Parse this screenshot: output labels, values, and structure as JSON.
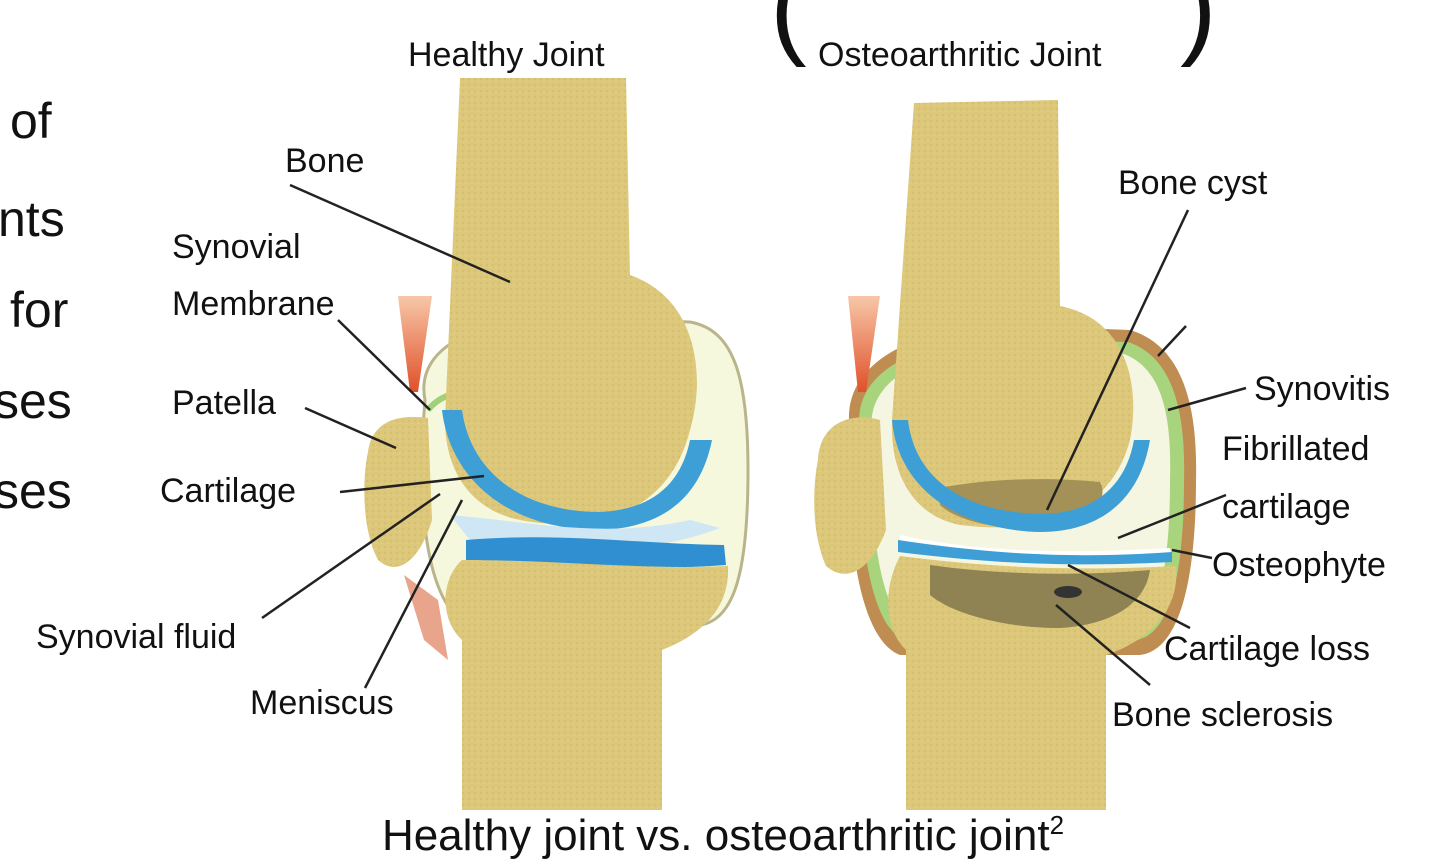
{
  "title_fragment": {
    "open": "(",
    "close": ")"
  },
  "left_text_fragments": [
    "of",
    "nts",
    "for",
    "ses",
    "ses"
  ],
  "labels": {
    "healthy_joint": "Healthy Joint",
    "osteoarthritic_joint": "Osteoarthritic Joint",
    "bone": "Bone",
    "synovial": "Synovial",
    "membrane": "Membrane",
    "patella": "Patella",
    "cartilage": "Cartilage",
    "synovial_fluid": "Synovial fluid",
    "meniscus": "Meniscus",
    "bone_cyst": "Bone cyst",
    "synovitis": "Synovitis",
    "fibrillated": "Fibrillated",
    "fibrillated_cartilage": "cartilage",
    "osteophyte": "Osteophyte",
    "cartilage_loss": "Cartilage loss",
    "bone_sclerosis": "Bone sclerosis"
  },
  "caption": {
    "text": "Healthy joint vs. osteoarthritic joint",
    "footnote": "2"
  },
  "colors": {
    "bone": "#dcc77a",
    "cartilage": "#3d9fd6",
    "synovitis": "#a9d47e",
    "capsule": "#bf8d52",
    "tendon": "#e0502a"
  }
}
